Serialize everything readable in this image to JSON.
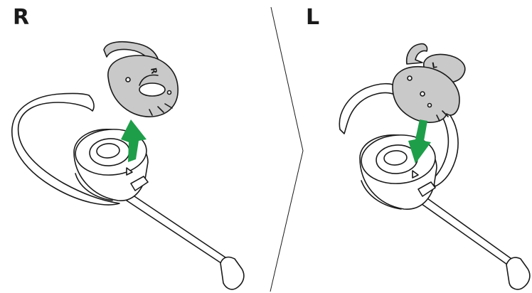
{
  "diagram": {
    "left_panel": {
      "side_label": "R",
      "eartip_mark": "R",
      "arrow_direction": "up",
      "action": "remove"
    },
    "right_panel": {
      "side_label": "L",
      "eartip_mark": "L",
      "arrow_direction": "down",
      "action": "attach"
    },
    "colors": {
      "arrow": "#1f9e4a",
      "eartip_fill": "#c9c9c9",
      "outline": "#1a1a1a",
      "background": "#ffffff"
    }
  }
}
